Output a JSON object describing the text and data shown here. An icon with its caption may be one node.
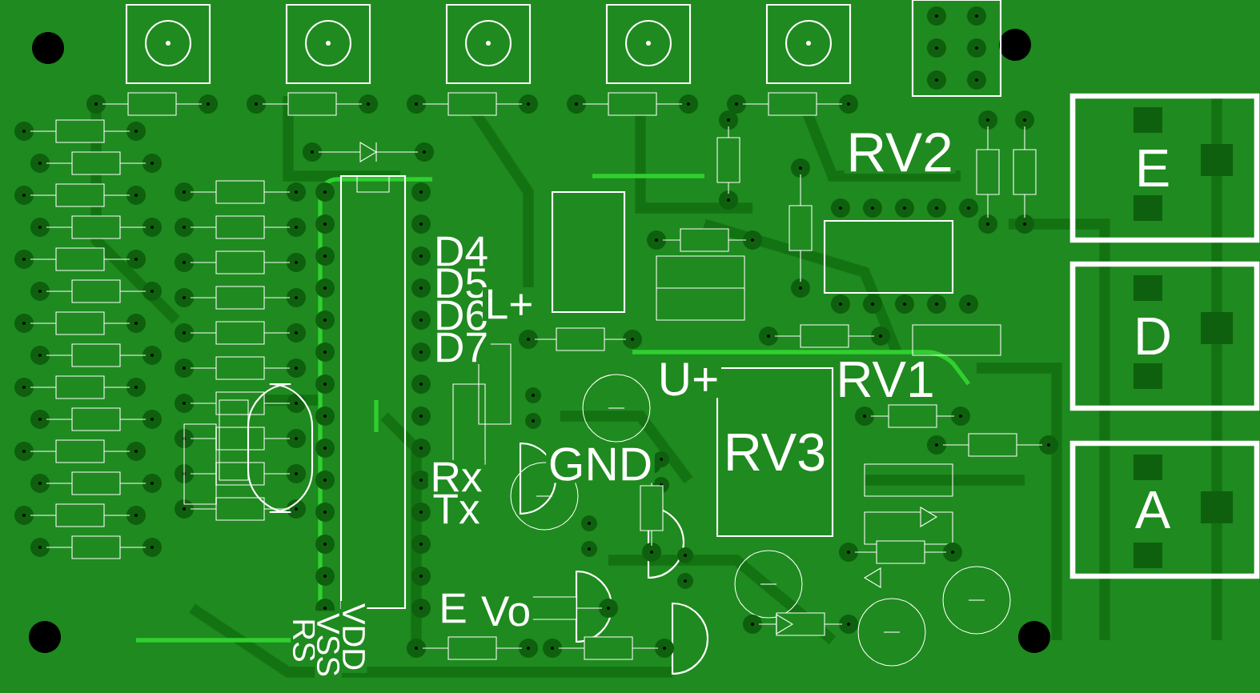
{
  "diagram": {
    "nodes": [
      {
        "text": [
          "E"
        ]
      },
      {
        "text": [
          "D"
        ]
      },
      {
        "text": [
          "A"
        ]
      },
      {
        "text": [
          "RV3"
        ]
      }
    ],
    "labels": [
      "RV2",
      "D4",
      "D5",
      "D6",
      "L+",
      "D7",
      "U+",
      "RV1",
      "Rx",
      "GND",
      "Tx",
      "E",
      "Vo",
      "RS",
      "VSS",
      "VDD"
    ]
  }
}
